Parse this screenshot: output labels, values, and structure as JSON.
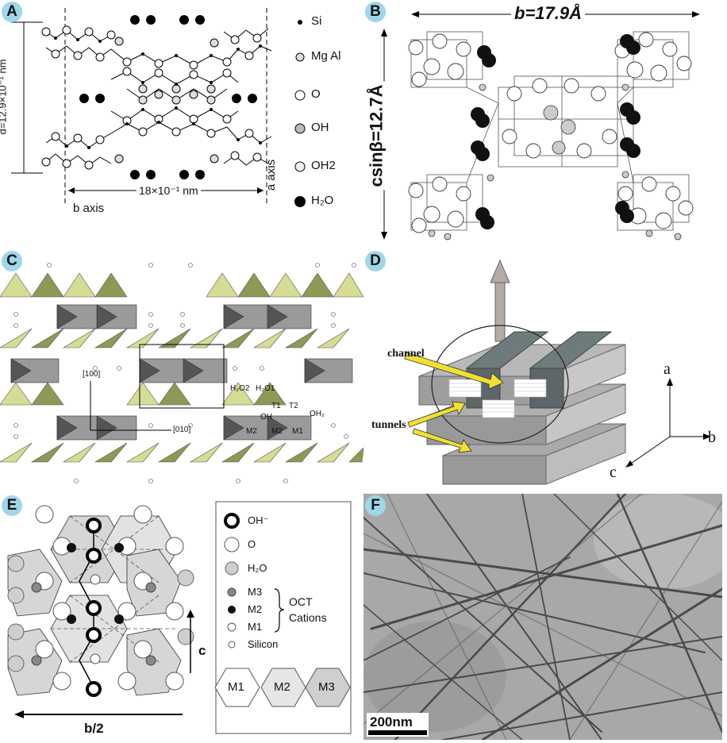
{
  "panels": {
    "A": {
      "label": "A",
      "legend": [
        "Si",
        "Mg Al",
        "O",
        "OH",
        "OH2",
        "H₂O"
      ],
      "d_label": "d=12.9×10⁻¹ nm",
      "width_label": "18×10⁻¹ nm",
      "b_axis": "b axis",
      "a_axis": "a axis"
    },
    "B": {
      "label": "B",
      "b_label": "b=17.9Å",
      "c_label": "csinβ=12.7Å"
    },
    "C": {
      "label": "C",
      "dir_100": "[100]",
      "dir_010": "[010]",
      "h2o2": "H₂O2",
      "h2o1": "H₂O1",
      "t1": "T1",
      "t2": "T2",
      "oh": "OH",
      "oh2": "OH₂",
      "m2a": "M2",
      "m2b": "M2",
      "m1": "M1"
    },
    "D": {
      "label": "D",
      "channel": "channel",
      "tunnels": "tunnels",
      "axis_a": "a",
      "axis_b": "b",
      "axis_c": "c"
    },
    "E": {
      "label": "E",
      "legend": [
        "OH⁻",
        "O",
        "H₂O",
        "M3",
        "M2",
        "M1",
        "Silicon"
      ],
      "oct1": "OCT",
      "oct2": "Cations",
      "hex": [
        "M1",
        "M2",
        "M3"
      ],
      "c_axis": "c",
      "b_axis": "b/2"
    },
    "F": {
      "label": "F",
      "scale": "200nm"
    }
  },
  "colors": {
    "badge": "#9fd6ea",
    "tetra_yellow": "#d7dc94",
    "tetra_olive": "#8b9a55",
    "octa_gray": "#9a9a9a",
    "tunnel_gray": "#a9a9a9",
    "channel_dark": "#6e7a7c",
    "arrow_yellow": "#f0e030",
    "tem_bg": "#a8a8a8"
  }
}
